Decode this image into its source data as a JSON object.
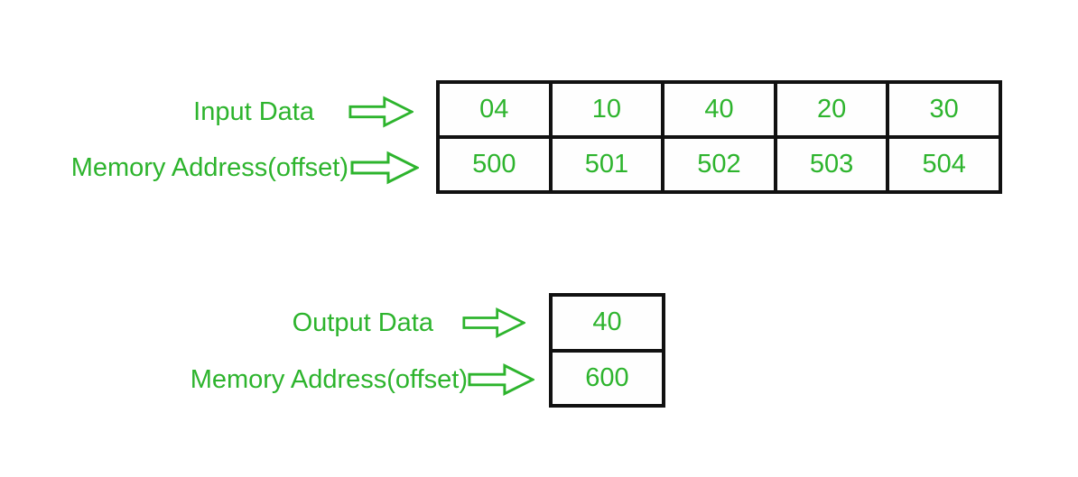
{
  "diagram": {
    "accent_green": "#2db42d",
    "border_color": "#111111",
    "arrow_icon": "right-block-arrow",
    "input": {
      "data_label": "Input Data",
      "address_label": "Memory Address(offset)",
      "data_values": [
        "04",
        "10",
        "40",
        "20",
        "30"
      ],
      "address_values": [
        "500",
        "501",
        "502",
        "503",
        "504"
      ]
    },
    "output": {
      "data_label": "Output Data",
      "address_label": "Memory Address(offset)",
      "data_values": [
        "40"
      ],
      "address_values": [
        "600"
      ]
    }
  }
}
